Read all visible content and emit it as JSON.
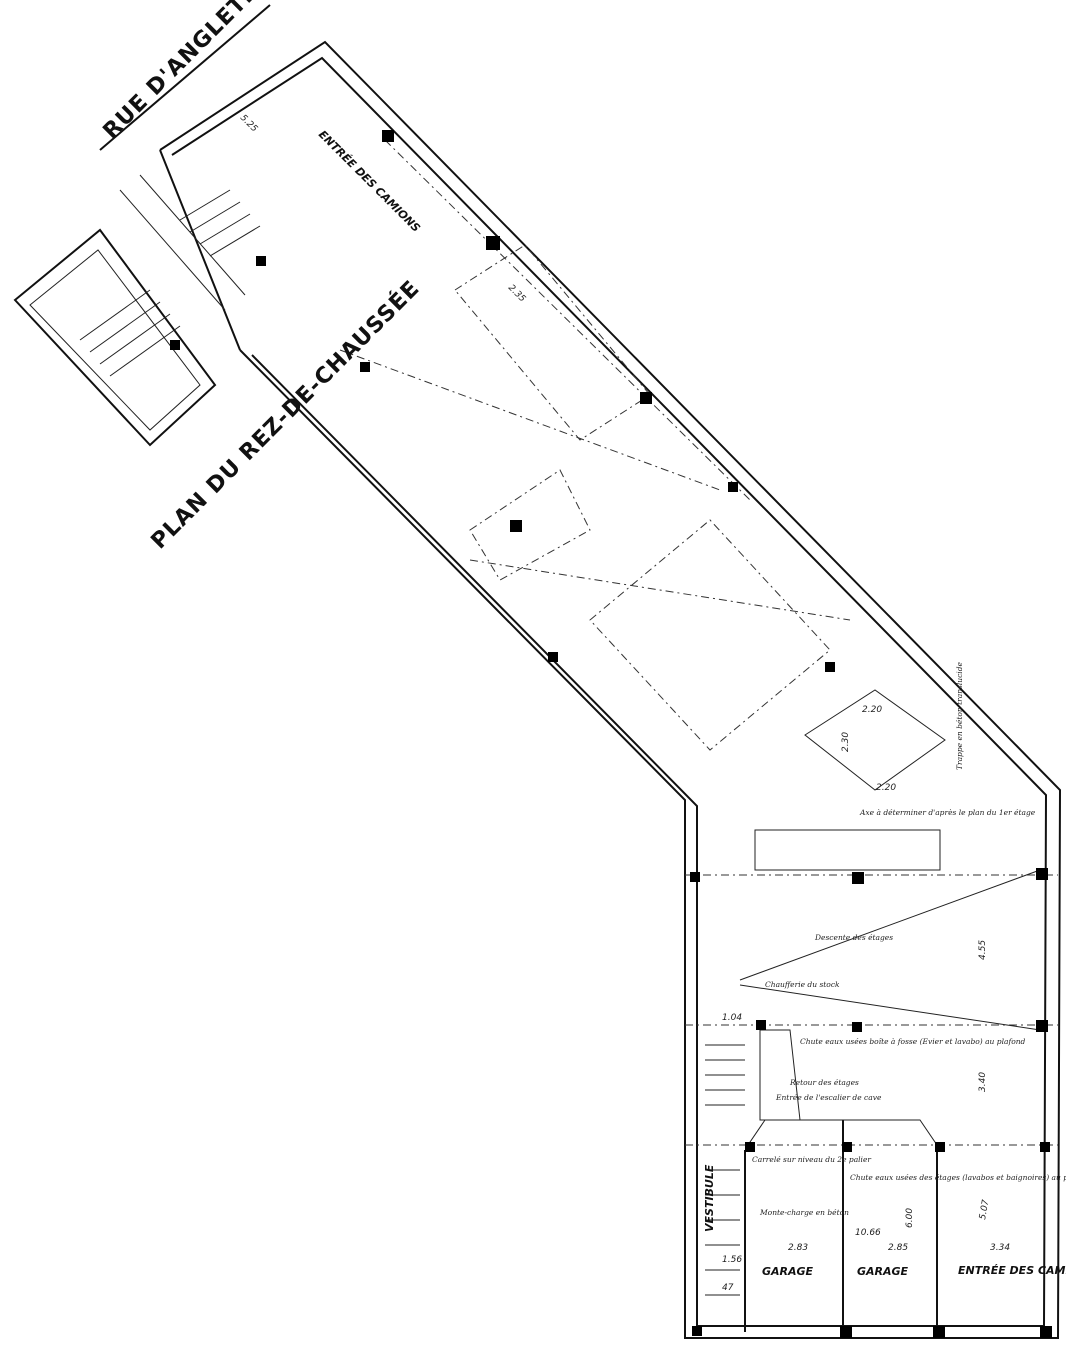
{
  "titles": {
    "street": "RUE D'ANGLETERRE",
    "plan": "PLAN DU REZ-DE-CHAUSSÉE"
  },
  "rooms": {
    "garage_1": "GARAGE",
    "garage_2": "GARAGE",
    "truck_entry": "ENTRÉE DES CAMIONS",
    "truck_entry_top": "ENTRÉE DES CAMIONS",
    "vestibule": "VESTIBULE"
  },
  "dimensions": {
    "garage_1_width": "2.83",
    "garage_2_width": "2.85",
    "truck_entry_width": "3.34",
    "depth_total": "10.66",
    "garage_depth": "6.00",
    "truck_depth": "5.07",
    "bay_depth_1": "4.55",
    "bay_depth_2": "3.40",
    "stair_width": "1.04",
    "stair_1": "1.56",
    "stair_2": "47",
    "square_1": "2.20",
    "square_2": "2.30",
    "square_3": "2.20",
    "diag_1": "2.35",
    "diag_2": "5.25"
  },
  "notes": {
    "chute_1": "Chute eaux usées boîte à fosse (Evier et lavabo) au plafond",
    "chute_2": "Chute eaux usées des étages (lavabos et baignoires) au plafond",
    "retour": "Retour des étages",
    "cave": "Entrée de l'escalier de cave",
    "monte_charge": "Monte-charge en béton",
    "descente": "Descente des étages",
    "chaufferie": "Chaufferie du stock",
    "palier": "Carrelé sur niveau du 2e palier",
    "determiner": "Axe à déterminer d'après le plan du 1er étage",
    "trappe": "Trappe en béton translucide"
  }
}
